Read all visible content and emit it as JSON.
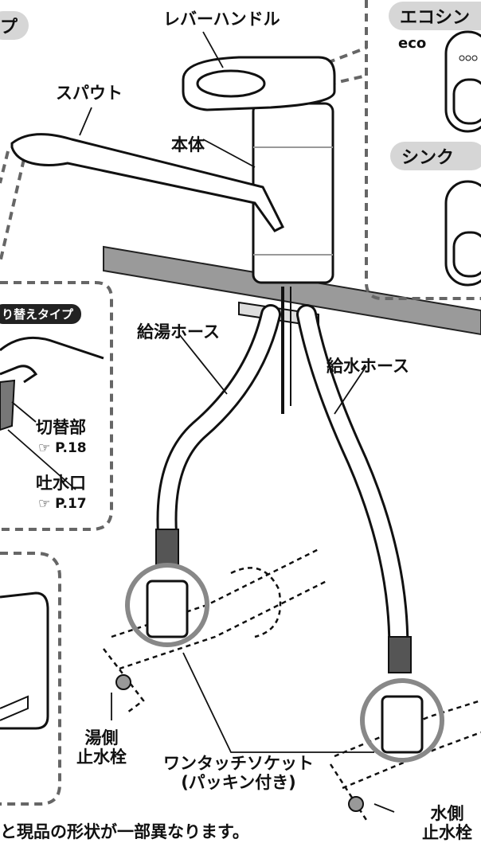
{
  "labels": {
    "top_left_pill": "プ",
    "lever_handle": "レバーハンドル",
    "spout": "スパウト",
    "body": "本体",
    "eco_switch_pill": "エコシン",
    "eco_text": "eco",
    "sink_pill": "シンク",
    "switch_type_pill": "り替えタイプ",
    "switching_part": "切替部",
    "switching_ref": "P.18",
    "outlet": "吐水口",
    "outlet_ref": "P.17",
    "hot_hose": "給湯ホース",
    "cold_hose": "給水ホース",
    "hot_valve_line1": "湯側",
    "hot_valve_line2": "止水栓",
    "socket_line1": "ワンタッチソケット",
    "socket_line2": "(パッキン付き)",
    "cold_valve_line1": "水側",
    "cold_valve_line2": "止水栓",
    "footer_note": "と現品の形状が一部異なります。"
  },
  "icons": {
    "ref_icon": "hand-pointer-icon"
  }
}
